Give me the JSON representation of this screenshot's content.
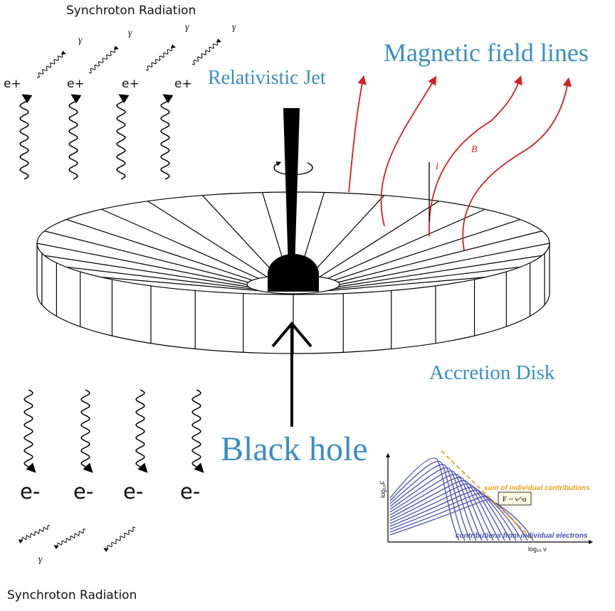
{
  "labels": {
    "synchrotron_top": "Synchroton Radiation",
    "synchrotron_bottom": "Synchroton Radiation",
    "relativistic_jet": "Relativistic Jet",
    "magnetic_field_lines": "Magnetic field lines",
    "accretion_disk": "Accretion Disk",
    "black_hole": "Black hole",
    "field_symbol": "B",
    "inclination_symbol": "i",
    "positron": "e+",
    "electron": "e-",
    "gamma": "γ"
  },
  "inset": {
    "y_axis_label": "log₁₀F",
    "x_axis_label": "log₁₀ ν",
    "sum_label": "sum of individual contributions",
    "individual_label": "contributions from individual electrons",
    "power_law": "F ~ ν^α",
    "colors": {
      "curves": "#4a4fb0",
      "sum": "#f0a020",
      "axes": "#000000"
    }
  },
  "colors": {
    "field_lines": "#d42020",
    "labels": "#3a8fc0",
    "jet": "#000000"
  },
  "icons": [
    "rotation-arrow-icon",
    "up-arrow-icon",
    "wavy-arrow-icon"
  ]
}
